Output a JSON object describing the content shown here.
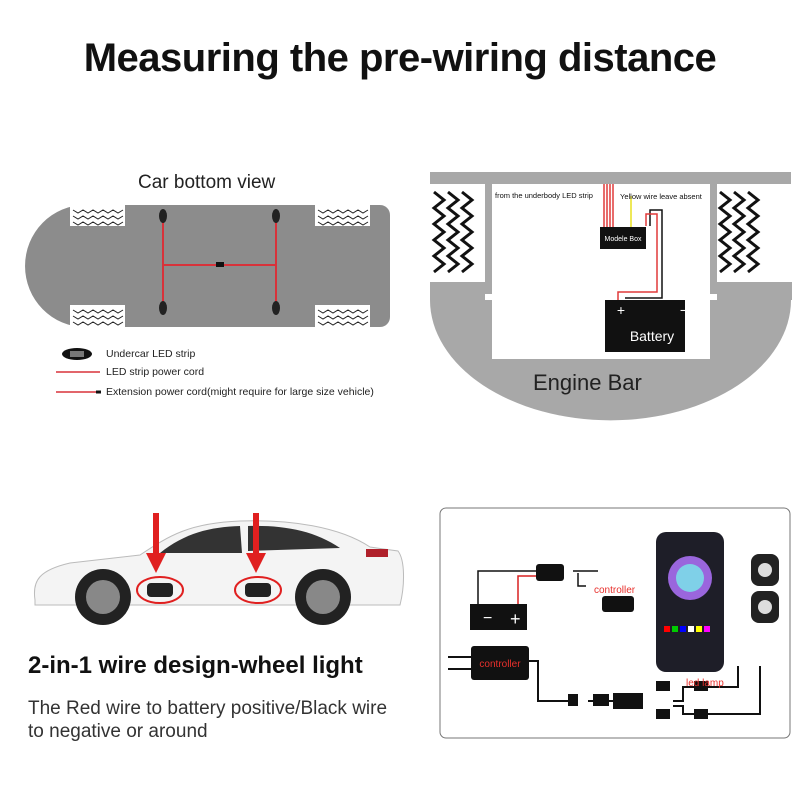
{
  "title": "Measuring the pre-wiring distance",
  "car_bottom": {
    "label": "Car bottom view",
    "legend": [
      {
        "icon": "led-pod-icon",
        "label": "Undercar LED strip"
      },
      {
        "icon": "red-line",
        "label": "LED strip power cord"
      },
      {
        "icon": "red-line-with-connector",
        "label": "Extension power cord(might require for large size vehicle)"
      }
    ]
  },
  "engine_bay": {
    "strip_label": "from the underbody LED strip",
    "yellow_label": "Yellow wire leave absent",
    "module_label": "Modele Box",
    "battery_label": "Battery",
    "plus": "+",
    "minus": "−",
    "footer": "Engine Bar"
  },
  "wheel_light": {
    "heading": "2-in-1 wire design-wheel light",
    "description": "The Red wire to battery positive/Black wire to negative or around"
  },
  "wiring": {
    "controller_top": "controller",
    "controller_box": "controller",
    "led_lamp": "led lamp",
    "plus": "+",
    "minus": "−"
  },
  "colors": {
    "wire_red": "#e0303a",
    "text_red": "#e8302c",
    "body_gray": "#8c8c8c"
  }
}
